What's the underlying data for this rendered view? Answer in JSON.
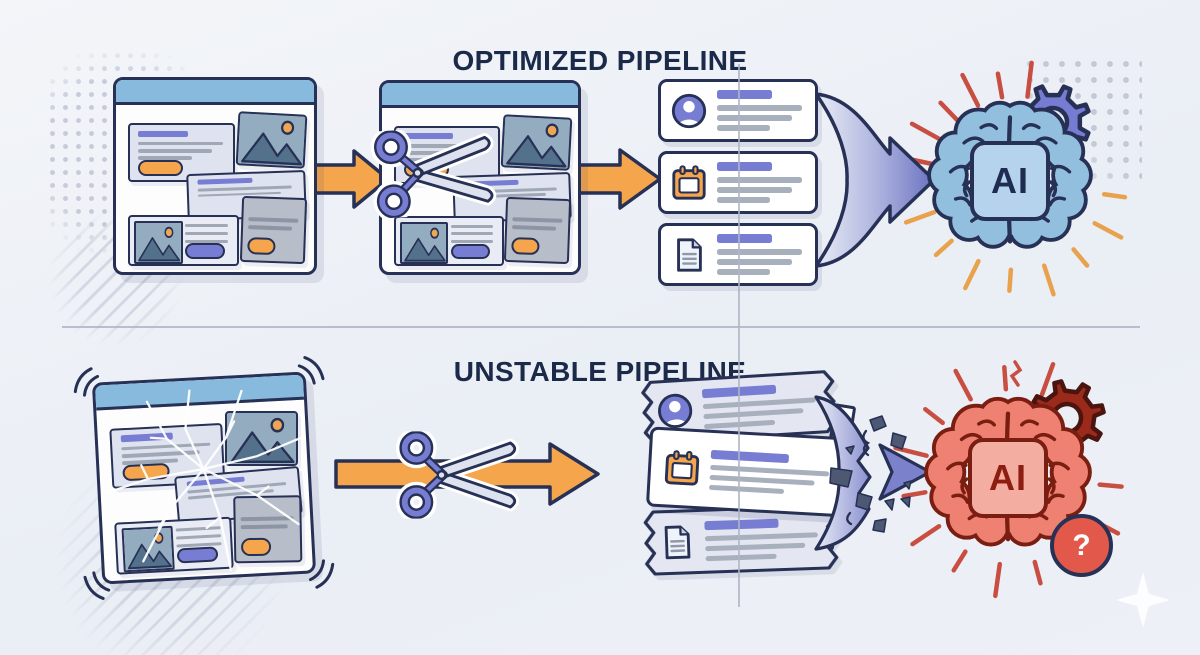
{
  "top_section": {
    "title": "OPTIMIZED PIPELINE",
    "cards": [
      {
        "icon": "user-avatar-icon"
      },
      {
        "icon": "calendar-icon"
      },
      {
        "icon": "document-icon"
      }
    ],
    "brain": {
      "chip_label": "AI"
    }
  },
  "bottom_section": {
    "title": "UNSTABLE PIPELINE",
    "cards": [
      {
        "icon": "user-avatar-icon"
      },
      {
        "icon": "calendar-icon"
      },
      {
        "icon": "document-icon"
      }
    ],
    "brain": {
      "chip_label": "AI",
      "badge": "?"
    }
  },
  "icons": {
    "scissors": "scissors-icon",
    "gear": "gear-icon",
    "brain": "brain-icon",
    "question": "question-mark-badge",
    "sparkle": "sparkle-icon",
    "arrow": "flow-arrow"
  },
  "colors": {
    "title_navy": "#1c2a4a",
    "outline": "#273055",
    "orange": "#f5a64d",
    "purple": "#777dd2",
    "blade": "#dde2ee",
    "header_blue": "#88bade",
    "card_light": "#dfe3f0",
    "line_gray": "#a8afbd",
    "divider": "#aeb5c3",
    "brain_blue": "#93bfdf",
    "brain_red": "#ee8172",
    "brain_red_outline": "#7a1e12",
    "gear_purple": "#767cd1",
    "gear_red": "#9c2a1b",
    "ray_red": "#c94e42",
    "ray_orange": "#e8a24e",
    "badge_red": "#e2584a",
    "debris_gray": "#4d5872"
  }
}
